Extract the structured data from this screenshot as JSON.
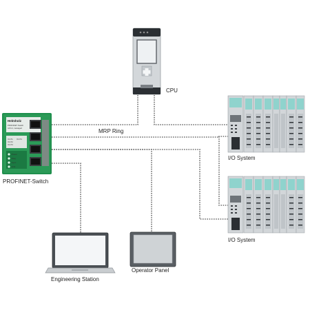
{
  "diagram": {
    "labels": {
      "cpu": "CPU",
      "mrp_ring": "MRP Ring",
      "switch": "PROFINET-Switch",
      "io_system_1": "I/O System",
      "io_system_2": "I/O System",
      "engineering_station": "Engineering Station",
      "operator_panel": "Operator Panel"
    },
    "switch_face": {
      "brand": "Helmholz",
      "model": "PROFINET Switch",
      "subtitle": "4-Port, managed",
      "ports": [
        "X1 P1",
        "X1 P2",
        "X1 P3",
        "X1 P4"
      ],
      "leds": [
        "Power",
        "Diag",
        "Sync",
        "Link"
      ]
    },
    "colors": {
      "wire": "#6d6d6d",
      "switch_green": "#1f8f4d",
      "io_teal": "#8fd3cd",
      "device_gray": "#cfd3d6"
    }
  }
}
